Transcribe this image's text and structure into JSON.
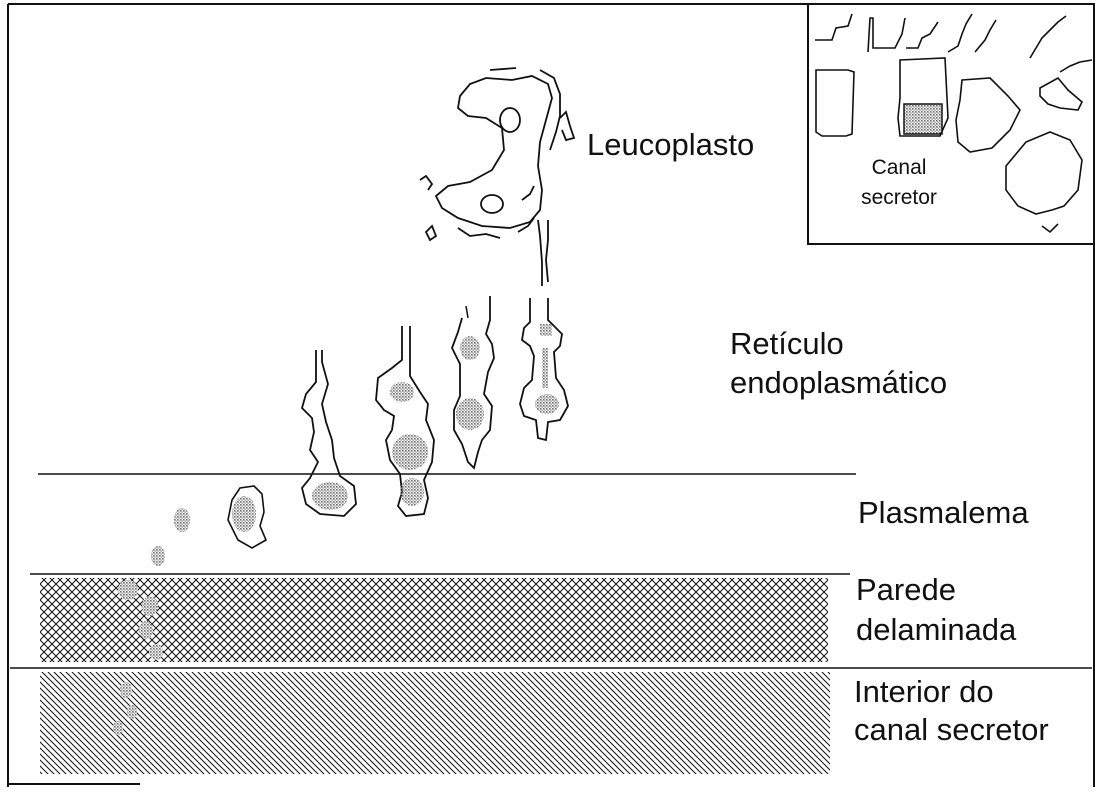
{
  "labels": {
    "leucoplasto": "Leucoplasto",
    "reticulo_line1": "Retículo",
    "reticulo_line2": "endoplasmático",
    "plasmalema": "Plasmalema",
    "parede_line1": "Parede",
    "parede_line2": "delaminada",
    "interior_line1": "Interior do",
    "interior_line2": "canal secretor"
  },
  "inset": {
    "label_line1": "Canal",
    "label_line2": "secretor"
  },
  "colors": {
    "ink": "#111111",
    "stipple": "#8a8a8a",
    "background": "#ffffff"
  }
}
